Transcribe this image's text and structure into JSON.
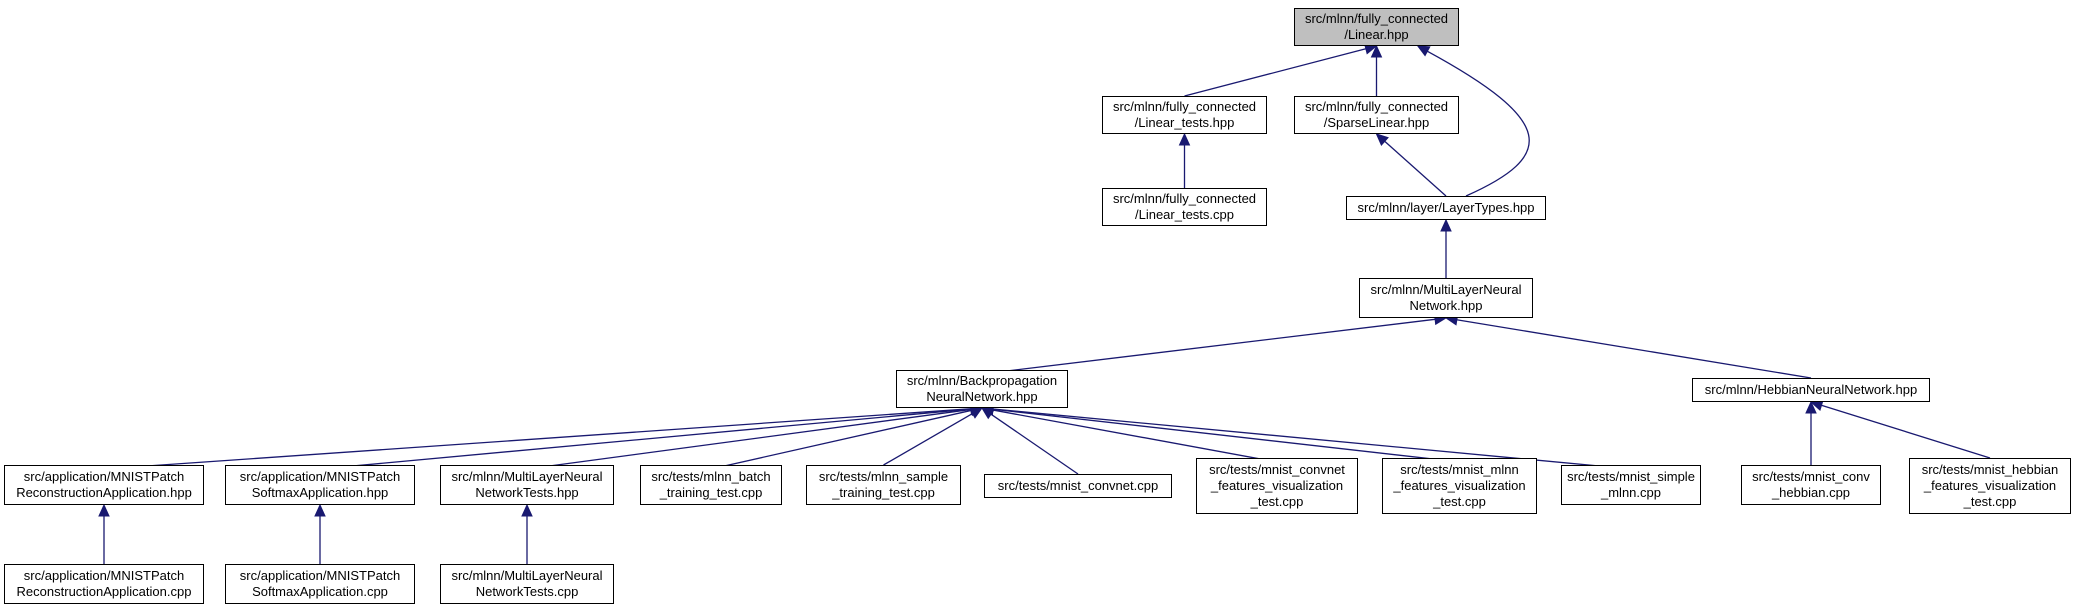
{
  "colors": {
    "edge": "#191970",
    "root_fill": "#bfbfbf",
    "node_fill": "#ffffff",
    "border": "#000000"
  },
  "nodes": {
    "linear_hpp": {
      "lines": [
        "src/mlnn/fully_connected",
        "/Linear.hpp"
      ]
    },
    "linear_tests_hpp": {
      "lines": [
        "src/mlnn/fully_connected",
        "/Linear_tests.hpp"
      ]
    },
    "sparse_linear_hpp": {
      "lines": [
        "src/mlnn/fully_connected",
        "/SparseLinear.hpp"
      ]
    },
    "linear_tests_cpp": {
      "lines": [
        "src/mlnn/fully_connected",
        "/Linear_tests.cpp"
      ]
    },
    "layer_types_hpp": {
      "lines": [
        "src/mlnn/layer/LayerTypes.hpp"
      ]
    },
    "multilayer_nn_hpp": {
      "lines": [
        "src/mlnn/MultiLayerNeural",
        "Network.hpp"
      ]
    },
    "backprop_nn_hpp": {
      "lines": [
        "src/mlnn/Backpropagation",
        "NeuralNetwork.hpp"
      ]
    },
    "hebbian_nn_hpp": {
      "lines": [
        "src/mlnn/HebbianNeuralNetwork.hpp"
      ]
    },
    "mnist_patch_recon_hpp": {
      "lines": [
        "src/application/MNISTPatch",
        "ReconstructionApplication.hpp"
      ]
    },
    "mnist_patch_softmax_hpp": {
      "lines": [
        "src/application/MNISTPatch",
        "SoftmaxApplication.hpp"
      ]
    },
    "multilayer_nn_tests_hpp": {
      "lines": [
        "src/mlnn/MultiLayerNeural",
        "NetworkTests.hpp"
      ]
    },
    "mlnn_batch_test_cpp": {
      "lines": [
        "src/tests/mlnn_batch",
        "_training_test.cpp"
      ]
    },
    "mlnn_sample_test_cpp": {
      "lines": [
        "src/tests/mlnn_sample",
        "_training_test.cpp"
      ]
    },
    "mnist_convnet_cpp": {
      "lines": [
        "src/tests/mnist_convnet.cpp"
      ]
    },
    "mnist_convnet_feat_cpp": {
      "lines": [
        "src/tests/mnist_convnet",
        "_features_visualization",
        "_test.cpp"
      ]
    },
    "mnist_mlnn_feat_cpp": {
      "lines": [
        "src/tests/mnist_mlnn",
        "_features_visualization",
        "_test.cpp"
      ]
    },
    "mnist_simple_mlnn_cpp": {
      "lines": [
        "src/tests/mnist_simple",
        "_mlnn.cpp"
      ]
    },
    "mnist_conv_hebbian_cpp": {
      "lines": [
        "src/tests/mnist_conv",
        "_hebbian.cpp"
      ]
    },
    "mnist_hebbian_feat_cpp": {
      "lines": [
        "src/tests/mnist_hebbian",
        "_features_visualization",
        "_test.cpp"
      ]
    },
    "mnist_patch_recon_cpp": {
      "lines": [
        "src/application/MNISTPatch",
        "ReconstructionApplication.cpp"
      ]
    },
    "mnist_patch_softmax_cpp": {
      "lines": [
        "src/application/MNISTPatch",
        "SoftmaxApplication.cpp"
      ]
    },
    "multilayer_nn_tests_cpp": {
      "lines": [
        "src/mlnn/MultiLayerNeural",
        "NetworkTests.cpp"
      ]
    }
  },
  "edges": [
    [
      "linear_tests_hpp",
      "linear_hpp"
    ],
    [
      "sparse_linear_hpp",
      "linear_hpp"
    ],
    [
      "layer_types_hpp",
      "linear_hpp"
    ],
    [
      "linear_tests_cpp",
      "linear_tests_hpp"
    ],
    [
      "layer_types_hpp",
      "sparse_linear_hpp"
    ],
    [
      "multilayer_nn_hpp",
      "layer_types_hpp"
    ],
    [
      "backprop_nn_hpp",
      "multilayer_nn_hpp"
    ],
    [
      "hebbian_nn_hpp",
      "multilayer_nn_hpp"
    ],
    [
      "mnist_patch_recon_hpp",
      "backprop_nn_hpp"
    ],
    [
      "mnist_patch_softmax_hpp",
      "backprop_nn_hpp"
    ],
    [
      "multilayer_nn_tests_hpp",
      "backprop_nn_hpp"
    ],
    [
      "mlnn_batch_test_cpp",
      "backprop_nn_hpp"
    ],
    [
      "mlnn_sample_test_cpp",
      "backprop_nn_hpp"
    ],
    [
      "mnist_convnet_cpp",
      "backprop_nn_hpp"
    ],
    [
      "mnist_convnet_feat_cpp",
      "backprop_nn_hpp"
    ],
    [
      "mnist_mlnn_feat_cpp",
      "backprop_nn_hpp"
    ],
    [
      "mnist_simple_mlnn_cpp",
      "backprop_nn_hpp"
    ],
    [
      "mnist_conv_hebbian_cpp",
      "hebbian_nn_hpp"
    ],
    [
      "mnist_hebbian_feat_cpp",
      "hebbian_nn_hpp"
    ],
    [
      "mnist_patch_recon_cpp",
      "mnist_patch_recon_hpp"
    ],
    [
      "mnist_patch_softmax_cpp",
      "mnist_patch_softmax_hpp"
    ],
    [
      "multilayer_nn_tests_cpp",
      "multilayer_nn_tests_hpp"
    ]
  ]
}
